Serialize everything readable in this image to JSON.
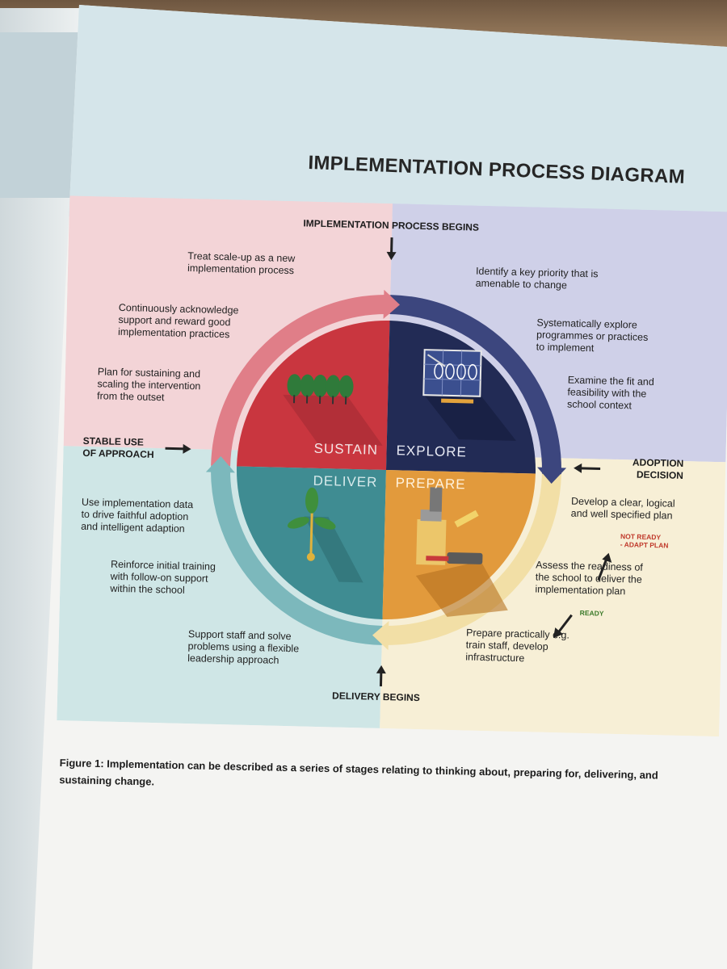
{
  "title": "IMPLEMENTATION PROCESS DIAGRAM",
  "caption": "Figure 1: Implementation can be described as a series of stages relating to thinking about, preparing for, delivering, and sustaining change.",
  "milestones": {
    "begins": "IMPLEMENTATION PROCESS BEGINS",
    "adoption_l1": "ADOPTION",
    "adoption_l2": "DECISION",
    "delivery": "DELIVERY BEGINS",
    "stable_l1": "STABLE USE",
    "stable_l2": "OF APPROACH"
  },
  "quadrants": [
    {
      "name": "SUSTAIN",
      "color": "#c9363f"
    },
    {
      "name": "EXPLORE",
      "color": "#222b55"
    },
    {
      "name": "DELIVER",
      "color": "#3f8c92"
    },
    {
      "name": "PREPARE",
      "color": "#e29a3c"
    }
  ],
  "background_colors": {
    "sustain": "#f3d4d7",
    "explore": "#cfd0e8",
    "deliver": "#cfe6e6",
    "prepare": "#f7efd6"
  },
  "ring_colors": {
    "sustain": "#e07e88",
    "explore": "#3c467e",
    "prepare": "#f2dfa6",
    "deliver": "#7cb8bc"
  },
  "steps": {
    "explore": [
      [
        "Identify a key priority that is",
        "amenable to change"
      ],
      [
        "Systematically explore",
        "programmes or practices",
        "to implement"
      ],
      [
        "Examine the fit and",
        "feasibility with the",
        "school context"
      ]
    ],
    "prepare": [
      [
        "Develop a clear, logical",
        "and well specified plan"
      ],
      [
        "Assess the readiness of",
        "the school to deliver the",
        "implementation plan"
      ],
      [
        "Prepare practically e.g.",
        "train staff, develop",
        "infrastructure"
      ]
    ],
    "deliver": [
      [
        "Support staff and solve",
        "problems using a flexible",
        "leadership approach"
      ],
      [
        "Reinforce initial training",
        "with follow-on support",
        "within the school"
      ],
      [
        "Use implementation data",
        "to drive faithful adoption",
        "and intelligent adaption"
      ]
    ],
    "sustain": [
      [
        "Plan for sustaining and",
        "scaling the intervention",
        "from the outset"
      ],
      [
        "Continuously acknowledge",
        "support and reward good",
        "implementation practices"
      ],
      [
        "Treat scale-up as a new",
        "implementation process"
      ]
    ]
  },
  "readiness": {
    "not_ready_l1": "NOT READY",
    "not_ready_l2": "- ADAPT PLAN",
    "ready": "READY",
    "not_ready_color": "#c0392b",
    "ready_color": "#3b7a2a"
  },
  "icons": [
    "trees-icon",
    "blueprint-icon",
    "seedling-icon",
    "tools-icon"
  ]
}
